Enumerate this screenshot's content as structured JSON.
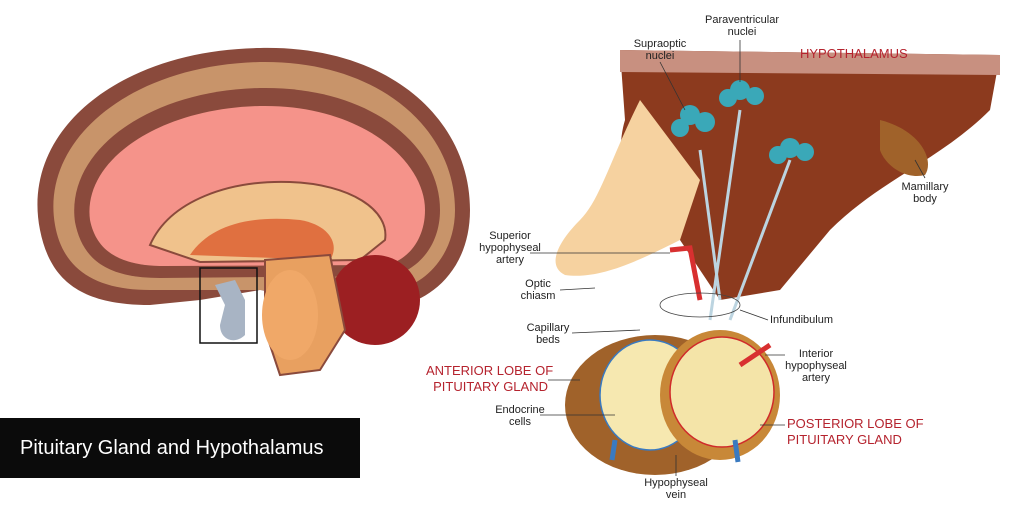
{
  "title": "Pituitary Gland and Hypothalamus",
  "labels": {
    "paraventricular": [
      "Paraventricular",
      "nuclei"
    ],
    "supraoptic": [
      "Supraoptic",
      "nuclei"
    ],
    "hypothalamus": "HYPOTHALAMUS",
    "mamillary": [
      "Mamillary",
      "body"
    ],
    "superior_artery": [
      "Superior",
      "hypophyseal",
      "artery"
    ],
    "optic": [
      "Optic",
      "chiasm"
    ],
    "infundibulum": "Infundibulum",
    "capillary": [
      "Capillary",
      "beds"
    ],
    "interior_artery": [
      "Interior",
      "hypophyseal",
      "artery"
    ],
    "anterior": [
      "ANTERIOR LOBE OF",
      "PITUITARY GLAND"
    ],
    "endocrine": [
      "Endocrine",
      "cells"
    ],
    "posterior": [
      "POSTERIOR LOBE OF",
      "PITUITARY GLAND"
    ],
    "vein": [
      "Hypophyseal",
      "vein"
    ]
  },
  "colors": {
    "cortex": "#8a4a3c",
    "gyri": "#c8946a",
    "white_matter": "#f5938a",
    "cerebellum": "#9c1f22",
    "anterior": "#a0622a",
    "posterior": "#f4e4a8",
    "accent_red": "#b5232e"
  }
}
